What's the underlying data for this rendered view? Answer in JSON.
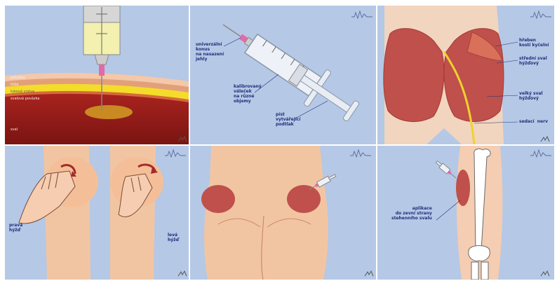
{
  "panels": {
    "layers": {
      "labels": {
        "podkoznice": "pokožka",
        "kuze": "kůže",
        "tukova_vrstva": "tuková vrstva",
        "svalova_povazka": "svalová povázka",
        "sval": "sval"
      }
    },
    "syringe": {
      "labels": {
        "konus": "univerzální\nkonus\nna nasazení\njehly",
        "valec": "kalibrovaný\nváleček\nna různé\nobjemy",
        "pist": "píst\nvytvářející\npodtlak"
      }
    },
    "gluteal": {
      "labels": {
        "hreben": "hřeben\nkosti kyčelní",
        "stredni": "střední sval\nhýžďový",
        "velky": "velký sval\nhýžďový",
        "nerv": "sedací  nerv"
      }
    },
    "hands": {
      "labels": {
        "prava": "pravá\nhýžď",
        "leva": "levá\nhýžď"
      }
    },
    "thigh": {
      "labels": {
        "aplikace": "aplikace\ndo zevní strany\nstehenního svalu"
      }
    },
    "colors": {
      "background": "#b5c8e6",
      "skin": "#f6c9a0",
      "muscle": "#c0504b",
      "label": "#1f2f7a",
      "fat": "#f0d22e"
    }
  }
}
